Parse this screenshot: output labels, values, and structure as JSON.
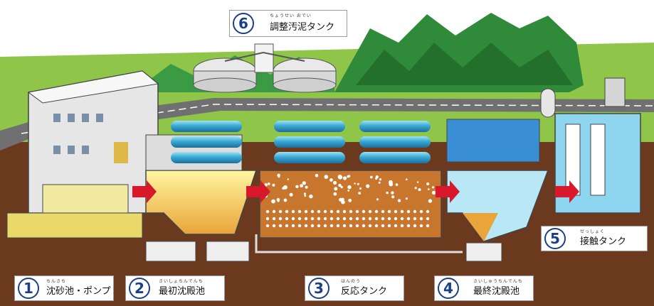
{
  "steps": [
    {
      "number": "1",
      "furigana": "ちんさち",
      "name": "沈砂池・ポンプ"
    },
    {
      "number": "2",
      "furigana": "さいしょちんでんち",
      "name": "最初沈殿池"
    },
    {
      "number": "3",
      "furigana": "はんのう",
      "name": "反応タンク"
    },
    {
      "number": "4",
      "furigana": "さいしゅうちんでんち",
      "name": "最終沈殿池"
    },
    {
      "number": "5",
      "furigana": "せっしょく",
      "name": "接触タンク"
    },
    {
      "number": "6",
      "furigana": "ちょうせい おでい",
      "name": "調整汚泥タンク"
    }
  ],
  "colors": {
    "ground": "#6b3a1e",
    "grass": "#8fc64a",
    "tree": "#2f8a3a",
    "road": "#707070",
    "water": "#4fb6d8",
    "sludge": "#c8762e",
    "arrow": "#d8192c",
    "accent": "#1b3f8b"
  }
}
